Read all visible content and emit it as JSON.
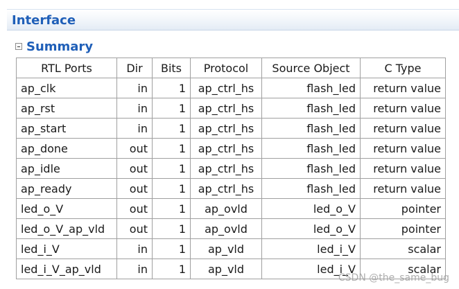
{
  "header": {
    "title": "Interface"
  },
  "section": {
    "title": "Summary"
  },
  "table": {
    "columns": [
      "RTL Ports",
      "Dir",
      "Bits",
      "Protocol",
      "Source Object",
      "C Type"
    ],
    "rows": [
      [
        "ap_clk",
        "in",
        "1",
        "ap_ctrl_hs",
        "flash_led",
        "return value"
      ],
      [
        "ap_rst",
        "in",
        "1",
        "ap_ctrl_hs",
        "flash_led",
        "return value"
      ],
      [
        "ap_start",
        "in",
        "1",
        "ap_ctrl_hs",
        "flash_led",
        "return value"
      ],
      [
        "ap_done",
        "out",
        "1",
        "ap_ctrl_hs",
        "flash_led",
        "return value"
      ],
      [
        "ap_idle",
        "out",
        "1",
        "ap_ctrl_hs",
        "flash_led",
        "return value"
      ],
      [
        "ap_ready",
        "out",
        "1",
        "ap_ctrl_hs",
        "flash_led",
        "return value"
      ],
      [
        "led_o_V",
        "out",
        "1",
        "ap_ovld",
        "led_o_V",
        "pointer"
      ],
      [
        "led_o_V_ap_vld",
        "out",
        "1",
        "ap_ovld",
        "led_o_V",
        "pointer"
      ],
      [
        "led_i_V",
        "in",
        "1",
        "ap_vld",
        "led_i_V",
        "scalar"
      ],
      [
        "led_i_V_ap_vld",
        "in",
        "1",
        "ap_vld",
        "led_i_V",
        "scalar"
      ]
    ]
  },
  "watermark": {
    "text": "CSDN @the_same_bug"
  }
}
